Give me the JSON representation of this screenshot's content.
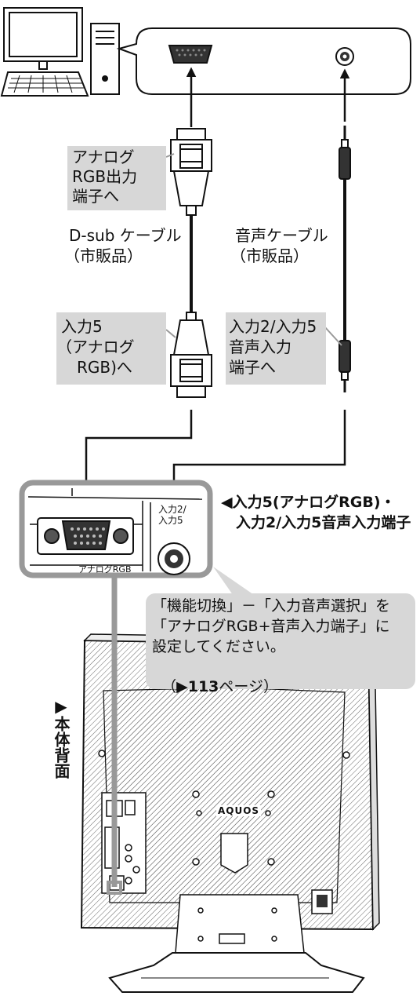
{
  "labels": {
    "pc_analog_rgb_out": [
      "アナログ",
      "RGB出力",
      "端子へ"
    ],
    "dsub_cable": [
      "D-sub ケーブル",
      "（市販品）"
    ],
    "audio_cable": [
      "音声ケーブル",
      "（市販品）"
    ],
    "input5_analog": [
      "入力5",
      "（アナログ",
      "　RGB)へ"
    ],
    "audio_input_terminal": [
      "入力2/入力5",
      "音声入力",
      "端子へ"
    ],
    "rear_terminals": [
      "◀入力5(アナログRGB)・",
      "　入力2/入力5音声入力端子"
    ],
    "panel_audio": "入力2/\n入力5",
    "panel_analog": "アナログRGB",
    "tv_brand": "AQUOS",
    "rear_side": "▶本体背面"
  },
  "note": {
    "line1": "「機能切換」－「入力音声選択」を",
    "line2": "「アナログRGB+音声入力端子」に",
    "line3": "設定してください。",
    "ref_prefix": "（▶",
    "ref_page": "113",
    "ref_suffix": "ページ）"
  },
  "colors": {
    "label_bg": "#d7d7d7",
    "line": "#111111",
    "hatch": "#555555"
  }
}
